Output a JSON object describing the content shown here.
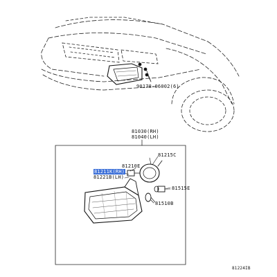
{
  "diagram": {
    "part_numbers": {
      "screw": "90178-06002(6)",
      "assembly_rh": "81030(RH)",
      "assembly_lh": "81040(LH)",
      "p81215c": "81215C",
      "p81210e": "81210E",
      "p81211k": "81211K(RH)",
      "p81221b": "81221B(LH)",
      "p81515e": "81515E",
      "p81510b": "81510B"
    },
    "figure_code": "81224IB",
    "colors": {
      "line": "#222222",
      "highlight": "#3b6fd8",
      "background": "#ffffff"
    }
  }
}
